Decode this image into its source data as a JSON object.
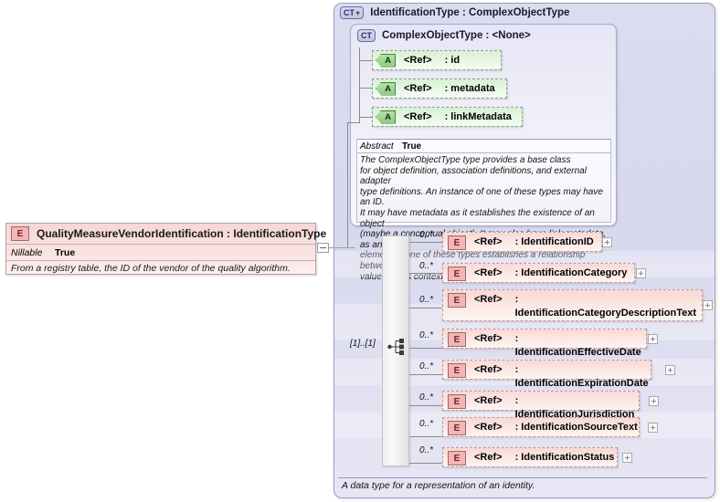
{
  "left_element": {
    "icon": "element-icon",
    "icon_label": "E",
    "title": "QualityMeasureVendorIdentification : IdentificationType",
    "property_name": "Nillable",
    "property_value": "True",
    "documentation": "From a registry table, the ID of the vendor of the quality algorithm.",
    "collapse_icon": "minus-icon"
  },
  "complex_type": {
    "icon_label": "CT",
    "icon_plus": "+",
    "title": "IdentificationType : ComplexObjectType",
    "footer_documentation": "A data type for a representation of an identity."
  },
  "inner_complex_type": {
    "icon_label": "CT",
    "title": "ComplexObjectType : <None>",
    "attributes": [
      {
        "icon_label": "A",
        "ref": "<Ref>",
        "name": ": id"
      },
      {
        "icon_label": "A",
        "ref": "<Ref>",
        "name": ": metadata"
      },
      {
        "icon_label": "A",
        "ref": "<Ref>",
        "name": ": linkMetadata"
      }
    ],
    "abstract_key": "Abstract",
    "abstract_value": "True",
    "documentation": "The ComplexObjectType type provides a base class\nfor object definition, association definitions, and external adapter\ntype definitions. An instance of one of these types may have an ID.\nIt may have metadata as it establishes the existence of an object\n(maybe a conceptual object). It may also have link metadata, as an\nelement of one of these types establishes a relationship between its\nvalue and its context."
  },
  "sequence": {
    "cardinality": "[1]..[1]",
    "icon": "sequence-compositor-icon",
    "elements": [
      {
        "occurrence": "0..*",
        "icon_label": "E",
        "ref": "<Ref>",
        "name": ": IdentificationID",
        "expander": "+"
      },
      {
        "occurrence": "0..*",
        "icon_label": "E",
        "ref": "<Ref>",
        "name": ": IdentificationCategory",
        "expander": "+"
      },
      {
        "occurrence": "0..*",
        "icon_label": "E",
        "ref": "<Ref>",
        "name": ": IdentificationCategoryDescriptionText",
        "expander": "+"
      },
      {
        "occurrence": "0..*",
        "icon_label": "E",
        "ref": "<Ref>",
        "name": ": IdentificationEffectiveDate",
        "expander": "+"
      },
      {
        "occurrence": "0..*",
        "icon_label": "E",
        "ref": "<Ref>",
        "name": ": IdentificationExpirationDate",
        "expander": "+"
      },
      {
        "occurrence": "0..*",
        "icon_label": "E",
        "ref": "<Ref>",
        "name": ": IdentificationJurisdiction",
        "expander": "+"
      },
      {
        "occurrence": "0..*",
        "icon_label": "E",
        "ref": "<Ref>",
        "name": ": IdentificationSourceText",
        "expander": "+"
      },
      {
        "occurrence": "0..*",
        "icon_label": "E",
        "ref": "<Ref>",
        "name": ": IdentificationStatus",
        "expander": "+"
      }
    ]
  },
  "colors": {
    "element_fill": "#f9e2e0",
    "element_border": "#c09898",
    "attribute_fill": "#e6f7e2",
    "attribute_border": "#8d9d8d",
    "panel_fill": "#d8d8ee",
    "panel_border": "#9e9ec4"
  }
}
